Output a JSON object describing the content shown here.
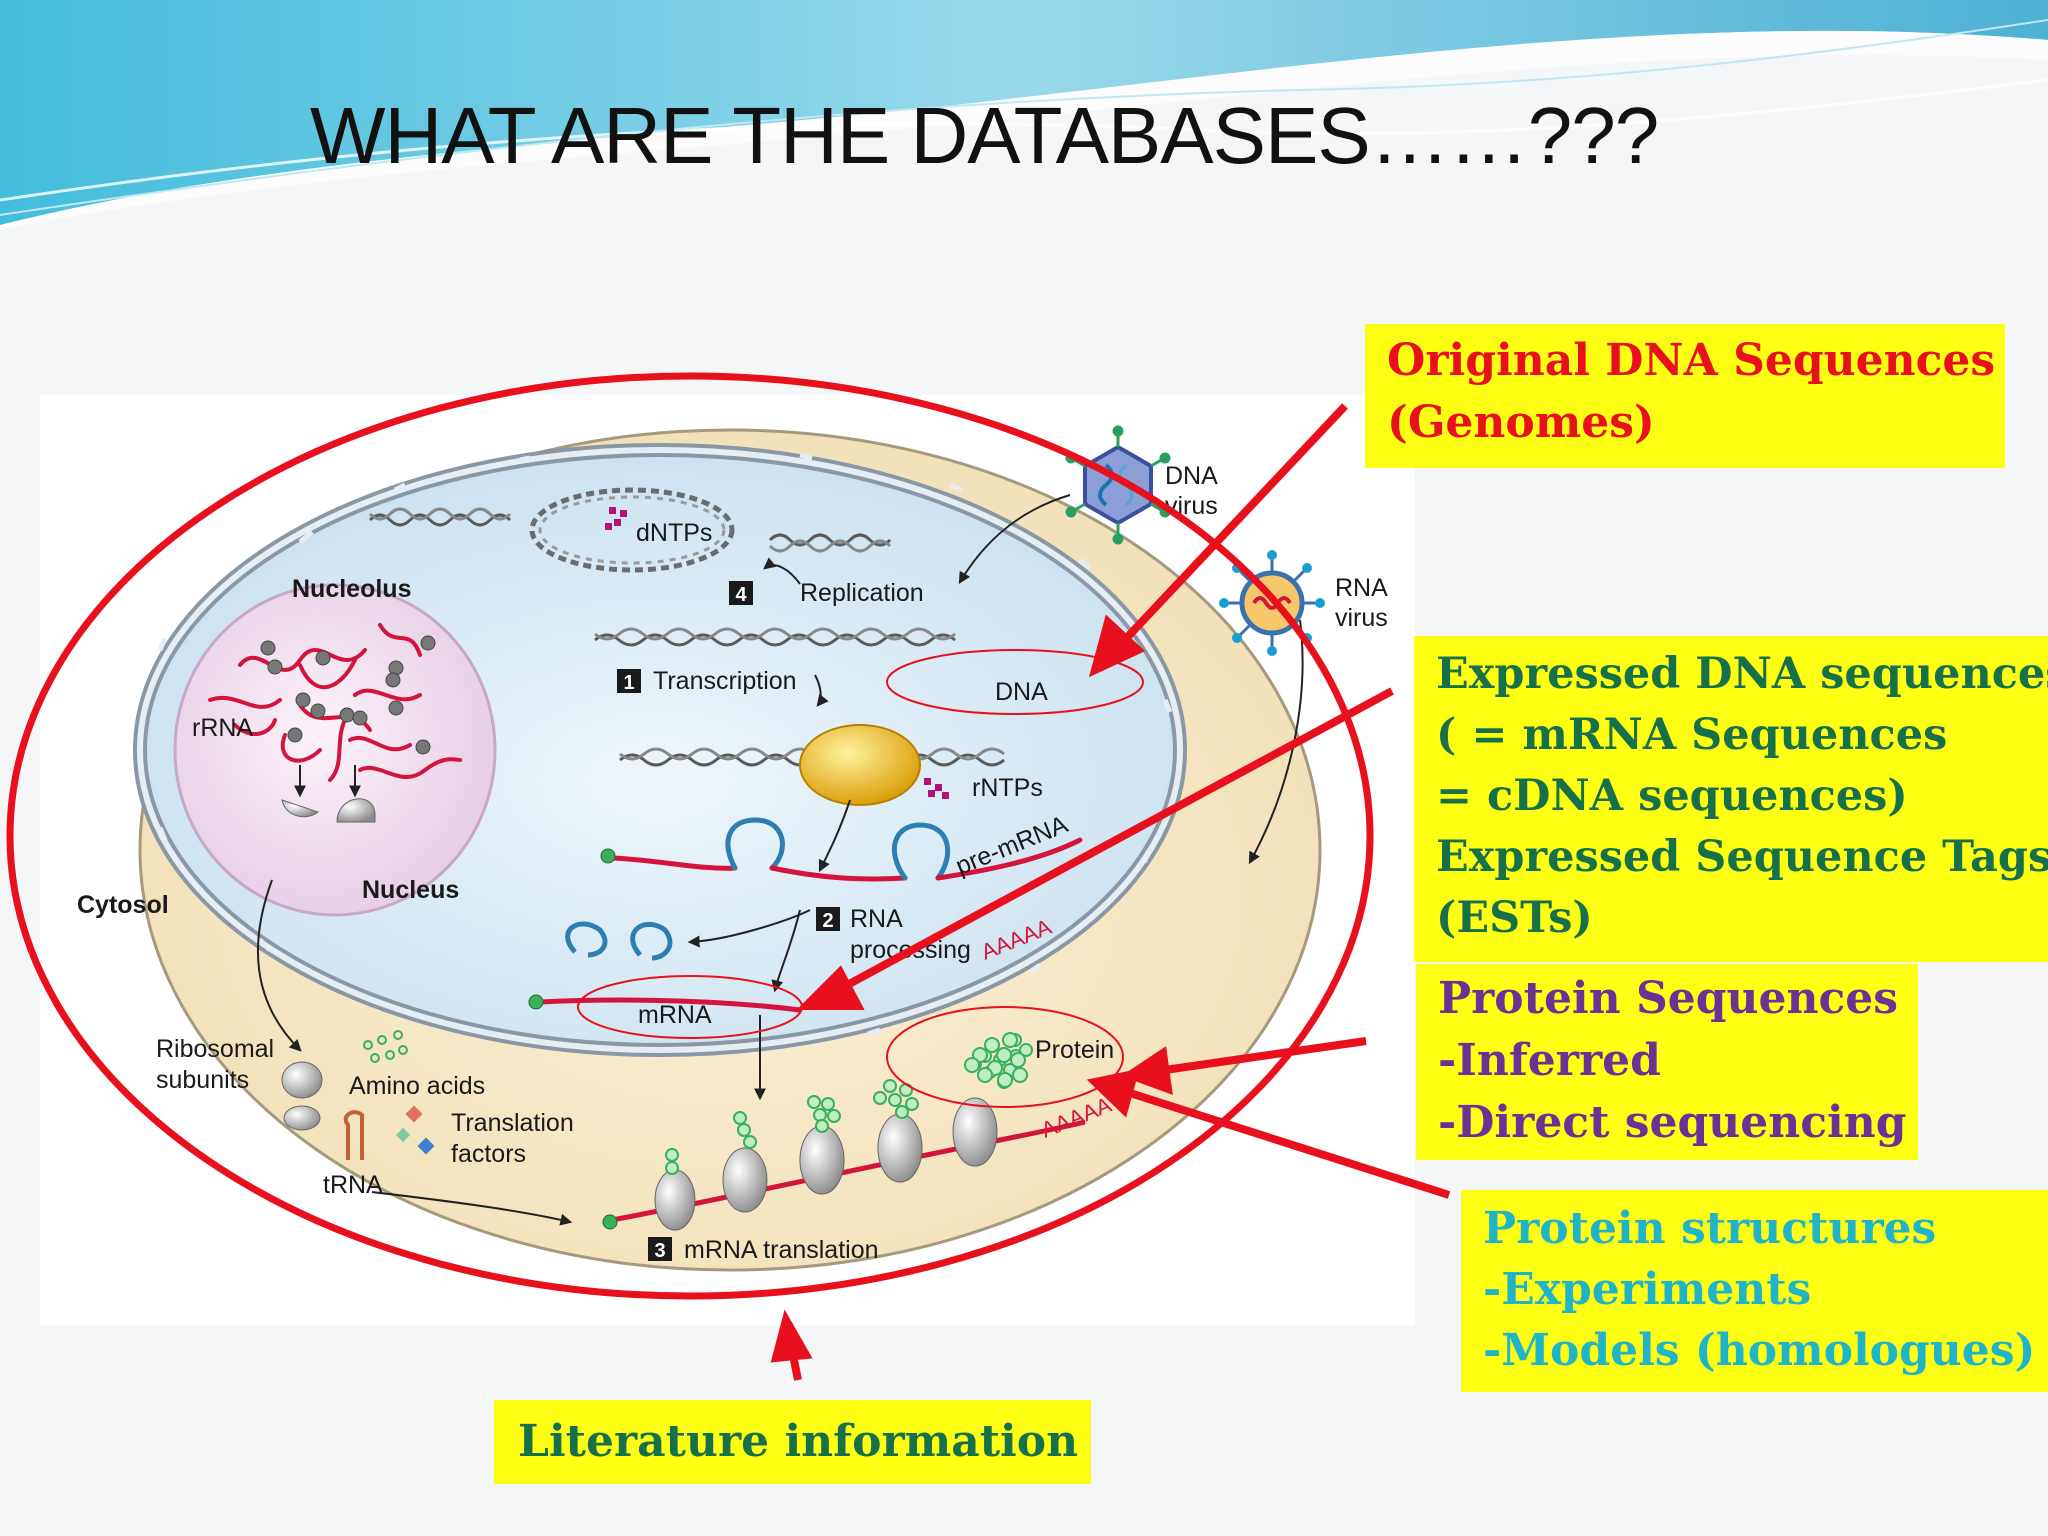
{
  "title": "WHAT ARE THE DATABASES……???",
  "diagram": {
    "dntps": "dNTPs",
    "replication_num": "4",
    "replication": "Replication",
    "transcription_num": "1",
    "transcription": "Transcription",
    "dna": "DNA",
    "rntps": "rNTPs",
    "pre_mrna": "pre-mRNA",
    "rna_processing_num": "2",
    "rna_processing_1": "RNA",
    "rna_processing_2": "processing",
    "polya_1": "AAAAA",
    "polya_2": "AAAAA",
    "mrna": "mRNA",
    "protein": "Protein",
    "nucleolus": "Nucleolus",
    "rrna": "rRNA",
    "nucleus": "Nucleus",
    "cytosol": "Cytosol",
    "ribosomal_1": "Ribosomal",
    "ribosomal_2": "subunits",
    "amino_acids": "Amino acids",
    "translation_factors_1": "Translation",
    "translation_factors_2": "factors",
    "trna": "tRNA",
    "mrna_translation_num": "3",
    "mrna_translation": "mRNA translation",
    "dna_virus_1": "DNA",
    "dna_virus_2": "virus",
    "rna_virus_1": "RNA",
    "rna_virus_2": "virus"
  },
  "callouts": {
    "genomes": [
      "Original DNA Sequences",
      "(Genomes)"
    ],
    "expressed": [
      "Expressed DNA sequences",
      "( = mRNA Sequences",
      "= cDNA sequences)",
      "Expressed Sequence Tags",
      "(ESTs)"
    ],
    "protein_sequences": [
      "Protein Sequences",
      "-Inferred",
      "-Direct sequencing"
    ],
    "protein_structures": [
      "Protein structures",
      "-Experiments",
      "-Models (homologues)"
    ],
    "literature": "Literature information"
  },
  "colors": {
    "callout_fill": "#ffff14",
    "arrow_red": "#e8101c",
    "genomes_text": "#e8101c",
    "expressed_text": "#16704a",
    "protein_seq_text": "#6a3294",
    "protein_struct_text": "#20b4c8",
    "literature_text": "#16704a"
  }
}
